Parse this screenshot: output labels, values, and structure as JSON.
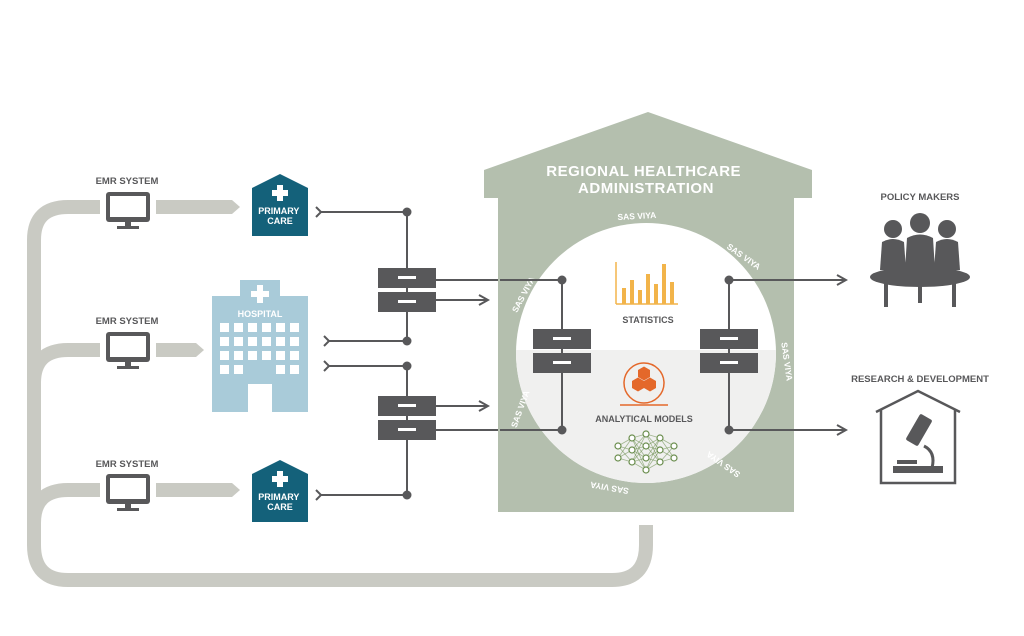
{
  "labels": {
    "emr_1": "EMR SYSTEM",
    "emr_2": "EMR SYSTEM",
    "emr_3": "EMR SYSTEM",
    "primary_care_1": [
      "PRIMARY",
      "CARE"
    ],
    "primary_care_2": [
      "PRIMARY",
      "CARE"
    ],
    "hospital": "HOSPITAL",
    "admin_title": [
      "REGIONAL HEALTHCARE",
      "ADMINISTRATION"
    ],
    "ring_text": "SAS VIYA",
    "statistics": "STATISTICS",
    "analytical_models": "ANALYTICAL MODELS",
    "policy_makers": "POLICY MAKERS",
    "research": "RESEARCH & DEVELOPMENT"
  },
  "colors": {
    "gray_flow": "#c9cac3",
    "sage_house": "#b4bfae",
    "dark_gray": "#58585a",
    "teal": "#14617a",
    "light_blue": "#a9cbd9",
    "orange_bars": "#f2b44a",
    "orange_model": "#e4682a",
    "green_network": "#6b8e4e"
  },
  "icons": {
    "emr": "monitor-icon",
    "primary_care": "clinic-house-icon",
    "hospital": "hospital-building-icon",
    "server": "server-rack-icon",
    "statistics": "bar-chart-icon",
    "analytics": "hexagon-cycle-icon",
    "network": "neural-network-icon",
    "policy": "meeting-table-icon",
    "research": "microscope-house-icon"
  }
}
